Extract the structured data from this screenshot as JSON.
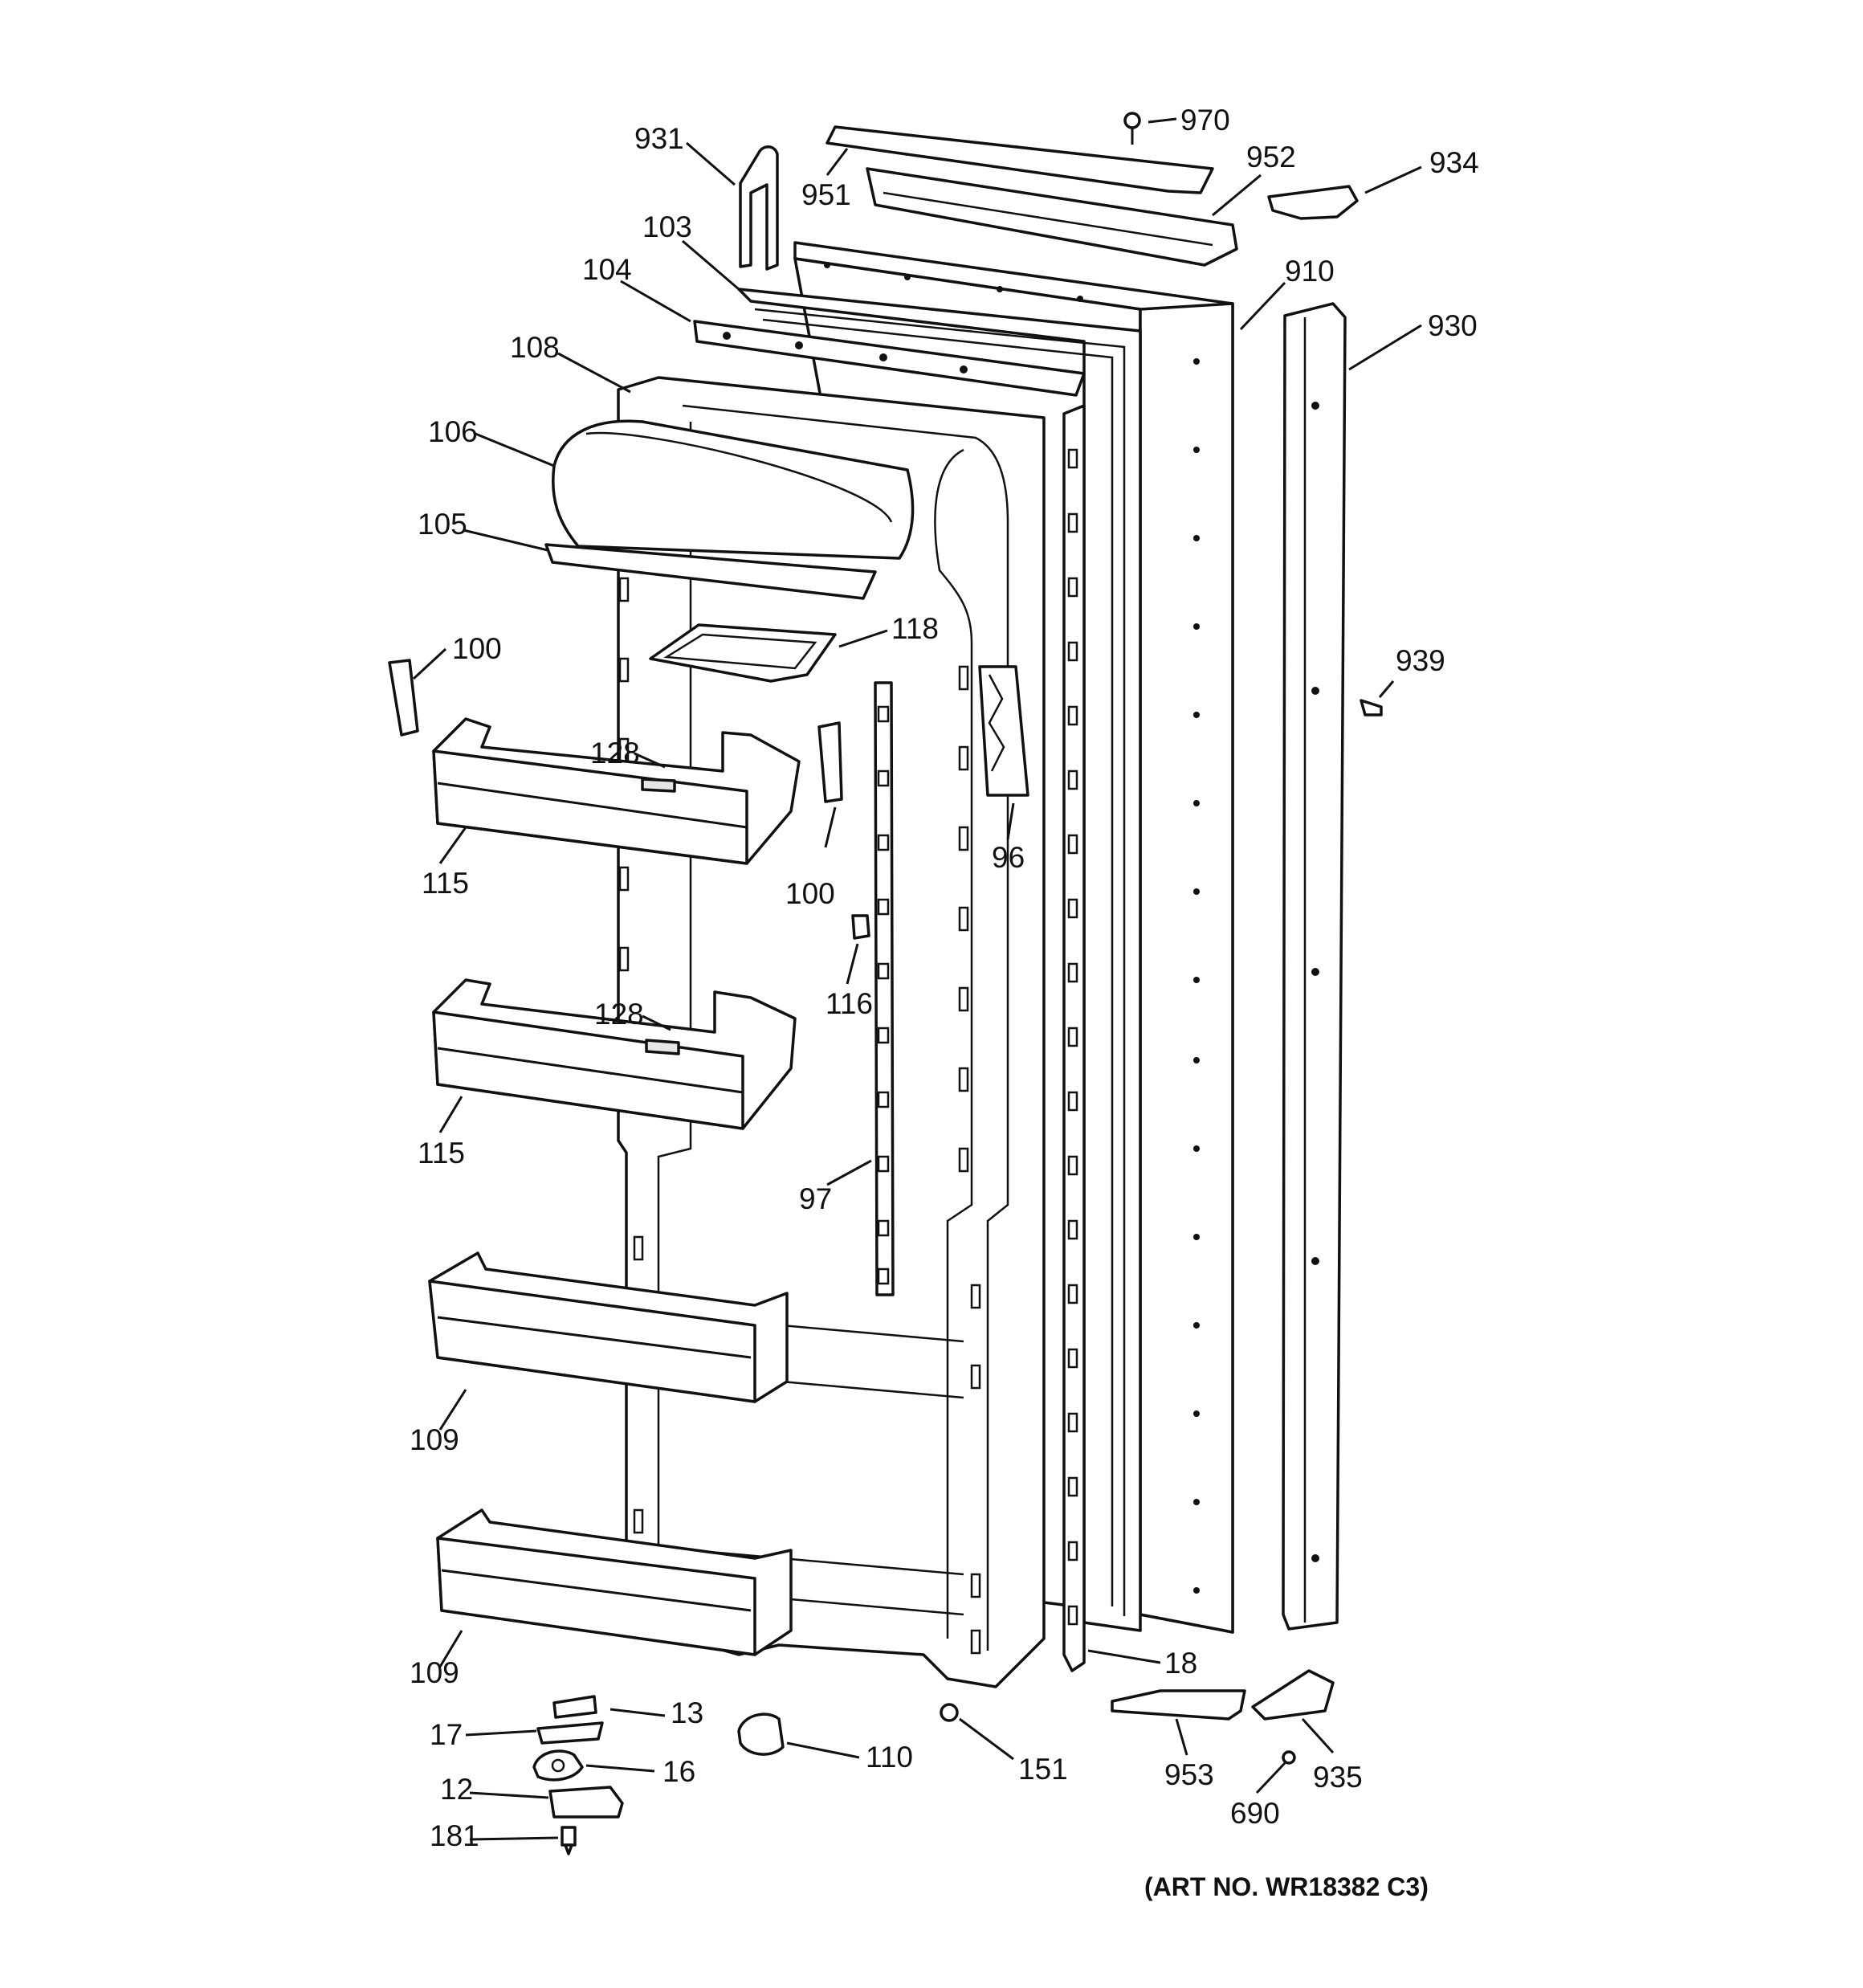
{
  "diagram": {
    "art_number": "(ART NO. WR18382 C3)",
    "callouts": {
      "c970": "970",
      "c931": "931",
      "c951": "951",
      "c952": "952",
      "c934": "934",
      "c103": "103",
      "c104": "104",
      "c910": "910",
      "c930": "930",
      "c108": "108",
      "c106": "106",
      "c105": "105",
      "c118": "118",
      "c100a": "100",
      "c939": "939",
      "c128a": "128",
      "c100b": "100",
      "c96": "96",
      "c115a": "115",
      "c116": "116",
      "c128b": "128",
      "c115b": "115",
      "c97": "97",
      "c109a": "109",
      "c109b": "109",
      "c18": "18",
      "c13": "13",
      "c17": "17",
      "c16": "16",
      "c110": "110",
      "c151": "151",
      "c12": "12",
      "c953": "953",
      "c935": "935",
      "c690": "690",
      "c181": "181"
    }
  }
}
